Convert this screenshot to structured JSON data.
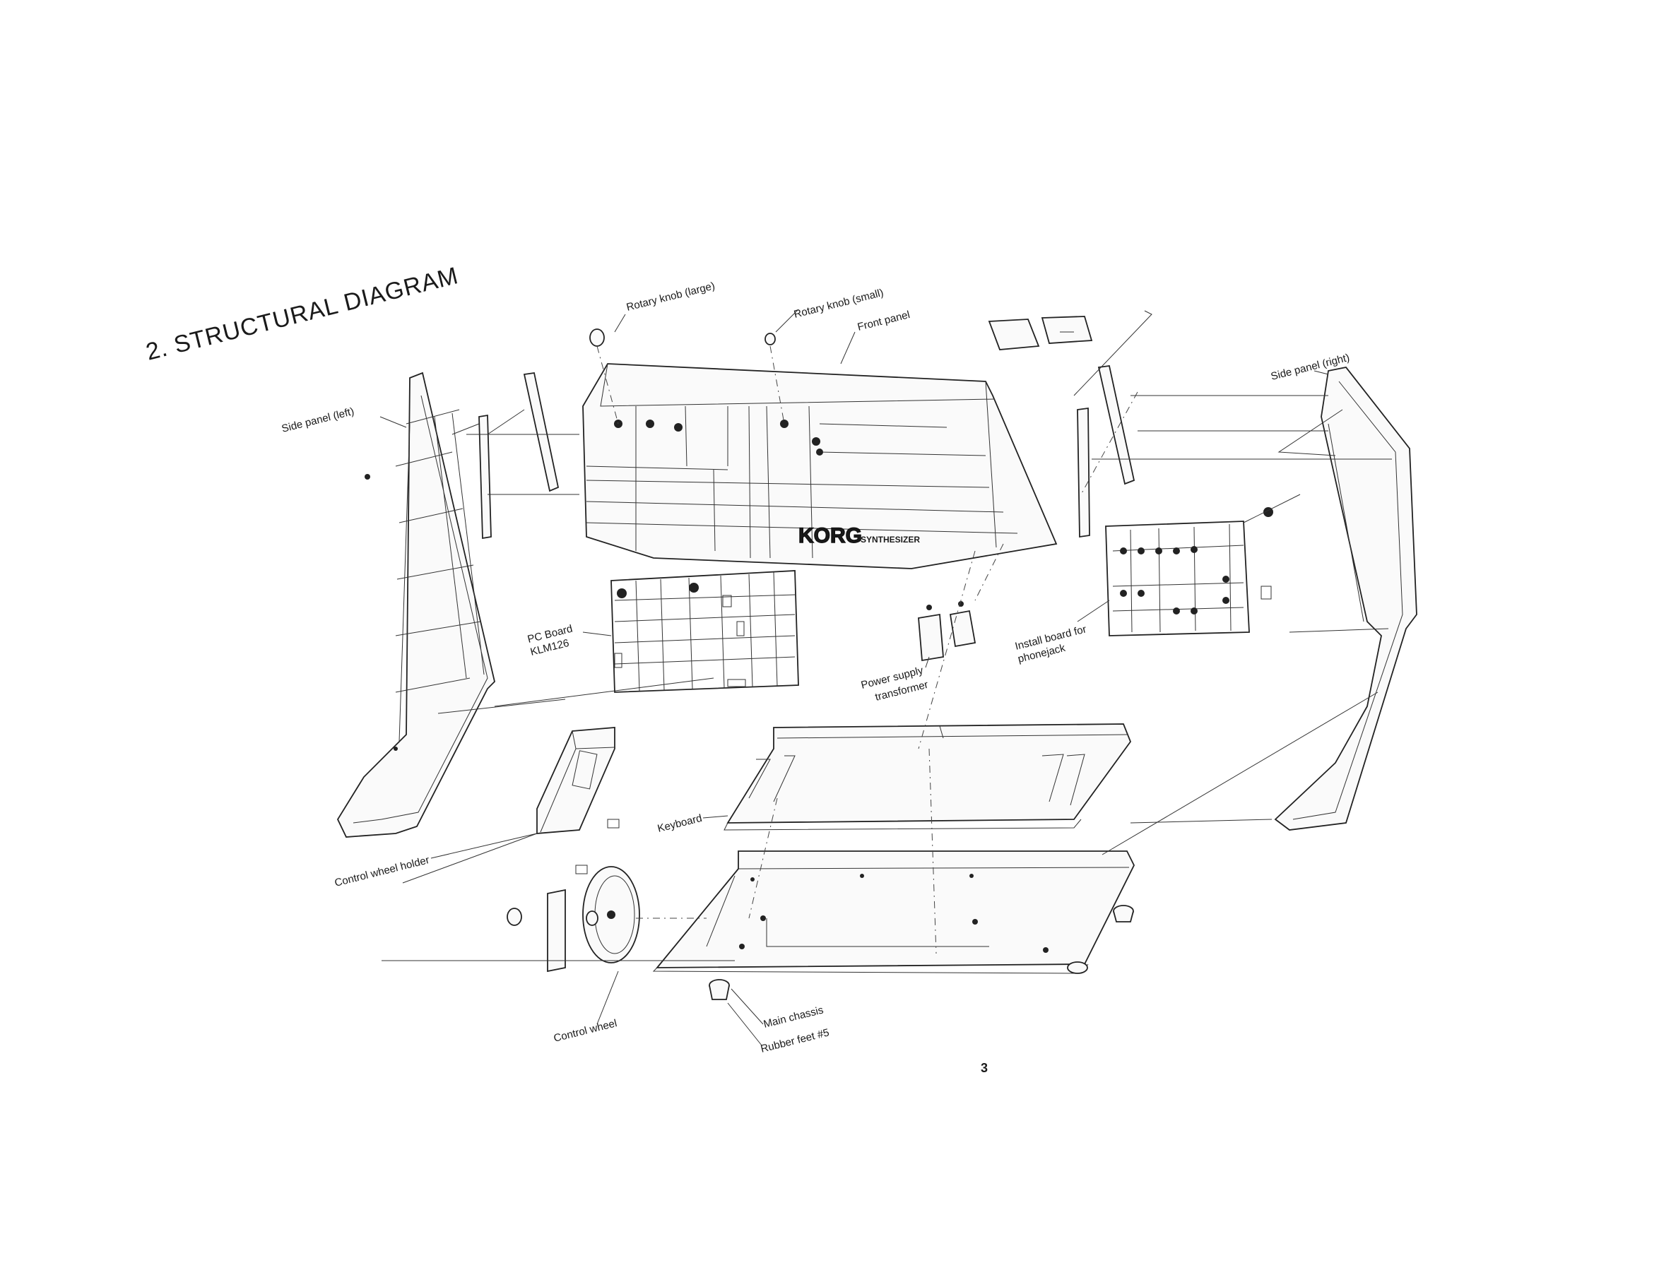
{
  "page": {
    "title": "2. STRUCTURAL DIAGRAM",
    "page_number": "3",
    "brand_logo_text": "KORG",
    "brand_subtitle": "SYNTHESIZER"
  },
  "labels": {
    "rotary_knob_large": "Rotary knob (large)",
    "rotary_knob_small": "Rotary knob (small)",
    "front_panel": "Front panel",
    "side_panel_left": "Side panel (left)",
    "side_panel_right": "Side panel (right)",
    "pc_board_line1": "PC Board",
    "pc_board_line2": "KLM126",
    "power_supply_line1": "Power supply",
    "power_supply_line2": "transformer",
    "install_board_line1": "Install board for",
    "install_board_line2": "phonejack",
    "keyboard": "Keyboard",
    "control_wheel_holder": "Control wheel holder",
    "control_wheel": "Control wheel",
    "main_chassis": "Main chassis",
    "rubber_feet": "Rubber feet #5"
  }
}
